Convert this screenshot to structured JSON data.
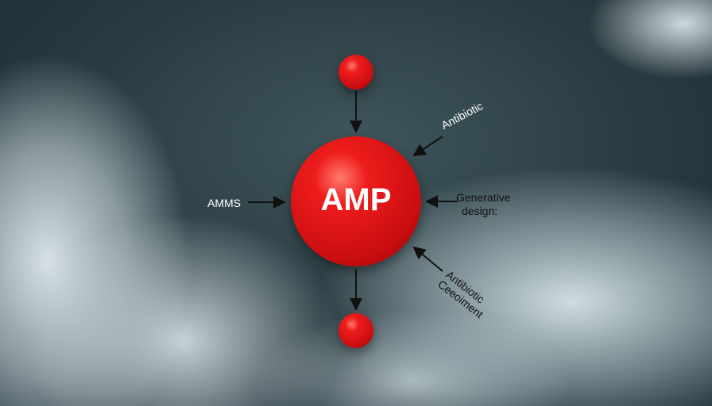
{
  "diagram": {
    "center": "AMP",
    "labels": {
      "left": "AMMS",
      "top_right": "Antibiotic",
      "right_line1": "Generative",
      "right_line2": "design:",
      "bottom_right_line1": "Antibiotic",
      "bottom_right_line2": "Ceeoiment"
    }
  },
  "colors": {
    "node": "#e01418",
    "arrow": "#111111"
  }
}
